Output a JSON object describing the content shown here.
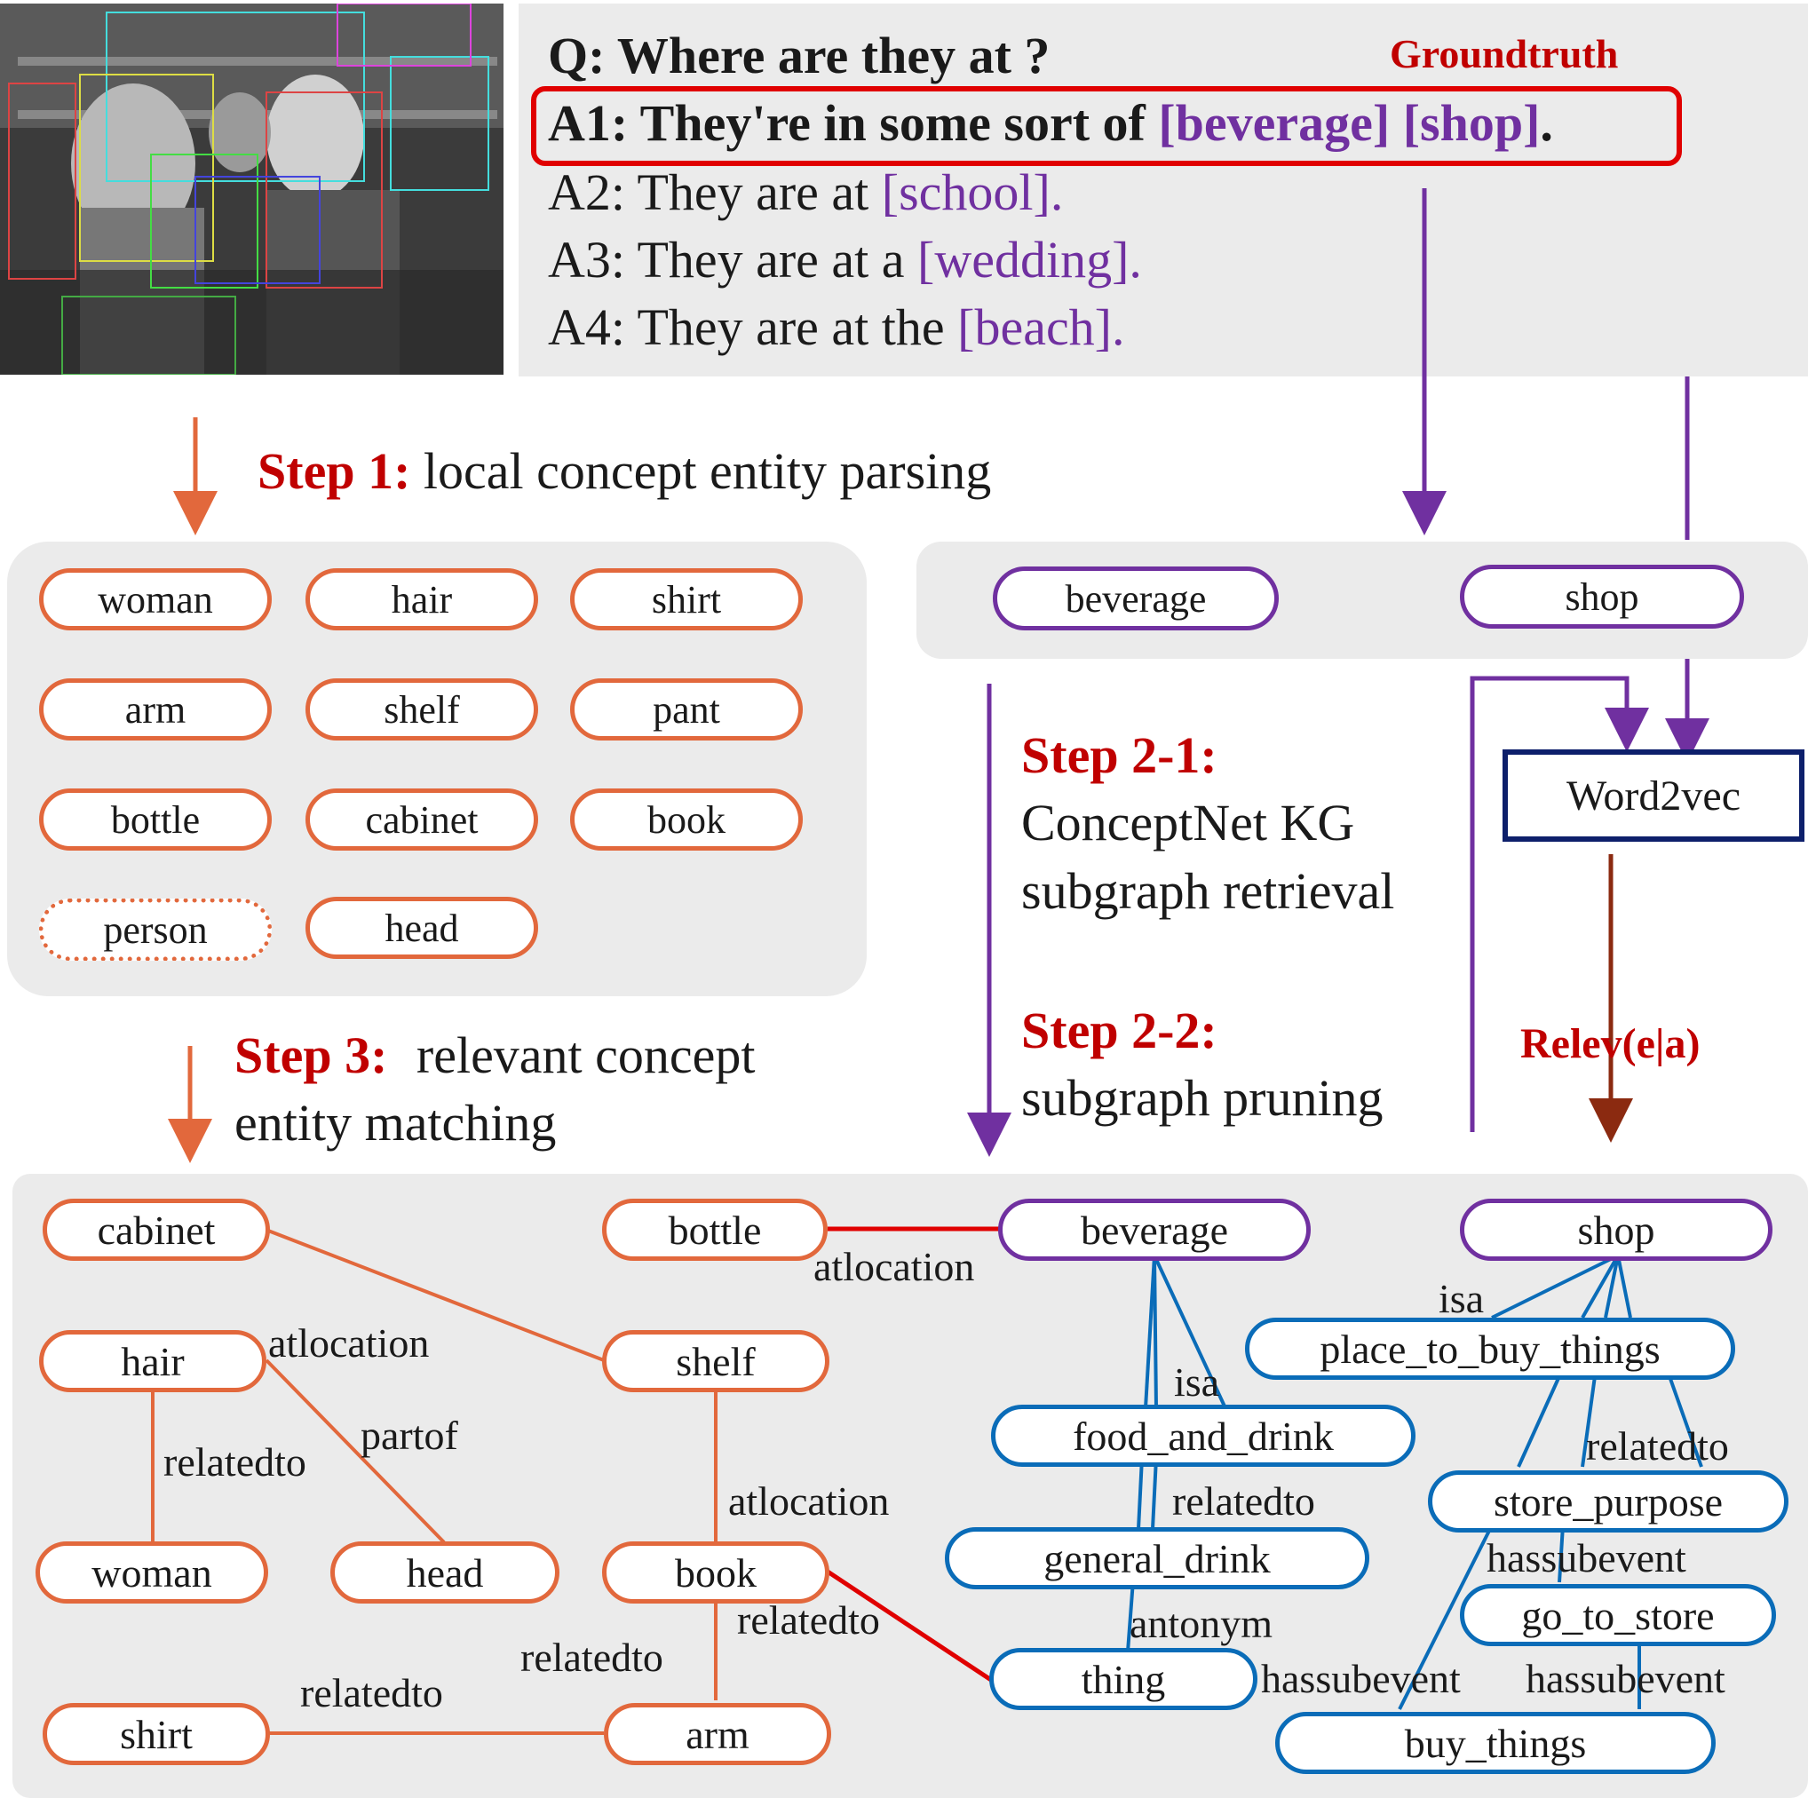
{
  "qa": {
    "question": "Q: Where are they at ?",
    "groundtruth_label": "Groundtruth",
    "a1_prefix": "A1: They're in some sort of",
    "a1_e1": "[beverage]",
    "a1_e2": "[shop]",
    "a1_suffix": ".",
    "a2_prefix": "A2: They are at",
    "a2_e1": "[school].",
    "a3_prefix": "A3: They are at a",
    "a3_e1": "[wedding].",
    "a4_prefix": "A4: They are at the",
    "a4_e1": "[beach]."
  },
  "steps": {
    "s1_label": "Step 1:",
    "s1_text": "local concept entity parsing",
    "s21_label": "Step 2-1:",
    "s21_line1": "ConceptNet KG",
    "s21_line2": "subgraph retrieval",
    "s22_label": "Step 2-2:",
    "s22_text": "subgraph pruning",
    "s3_label": "Step 3:",
    "s3_line1": "relevant concept",
    "s3_line2": "entity matching",
    "word2vec": "Word2vec",
    "relev": "Relev(e|a)"
  },
  "local_entities": [
    "woman",
    "hair",
    "shirt",
    "arm",
    "shelf",
    "pant",
    "bottle",
    "cabinet",
    "book",
    "person",
    "head"
  ],
  "answer_entities": [
    "beverage",
    "shop"
  ],
  "graph": {
    "nodes": {
      "cabinet": "cabinet",
      "bottle": "bottle",
      "beverage": "beverage",
      "shop": "shop",
      "hair": "hair",
      "shelf": "shelf",
      "place_to_buy_things": "place_to_buy_things",
      "food_and_drink": "food_and_drink",
      "store_purpose": "store_purpose",
      "general_drink": "general_drink",
      "woman": "woman",
      "head": "head",
      "book": "book",
      "go_to_store": "go_to_store",
      "thing": "thing",
      "shirt": "shirt",
      "arm": "arm",
      "buy_things": "buy_things"
    },
    "edge_labels": {
      "atlocation_bottle": "atlocation",
      "atlocation_hair": "atlocation",
      "partof": "partof",
      "relatedto_hair": "relatedto",
      "atlocation_shelf": "atlocation",
      "relatedto_book": "relatedto",
      "relatedto_arm": "relatedto",
      "relatedto_shirt": "relatedto",
      "isa_bev": "isa",
      "relatedto_food": "relatedto",
      "antonym": "antonym",
      "isa_shop": "isa",
      "relatedto_place": "relatedto",
      "hassubevent_store": "hassubevent",
      "hassubevent_1": "hassubevent",
      "hassubevent_2": "hassubevent"
    }
  },
  "colors": {
    "orange": "#e2683c",
    "purple": "#7030a0",
    "blue": "#0a6cb8",
    "red": "#c00000",
    "navy": "#0d1f6b",
    "brown": "#8b2a10",
    "panel": "#ebebeb"
  }
}
